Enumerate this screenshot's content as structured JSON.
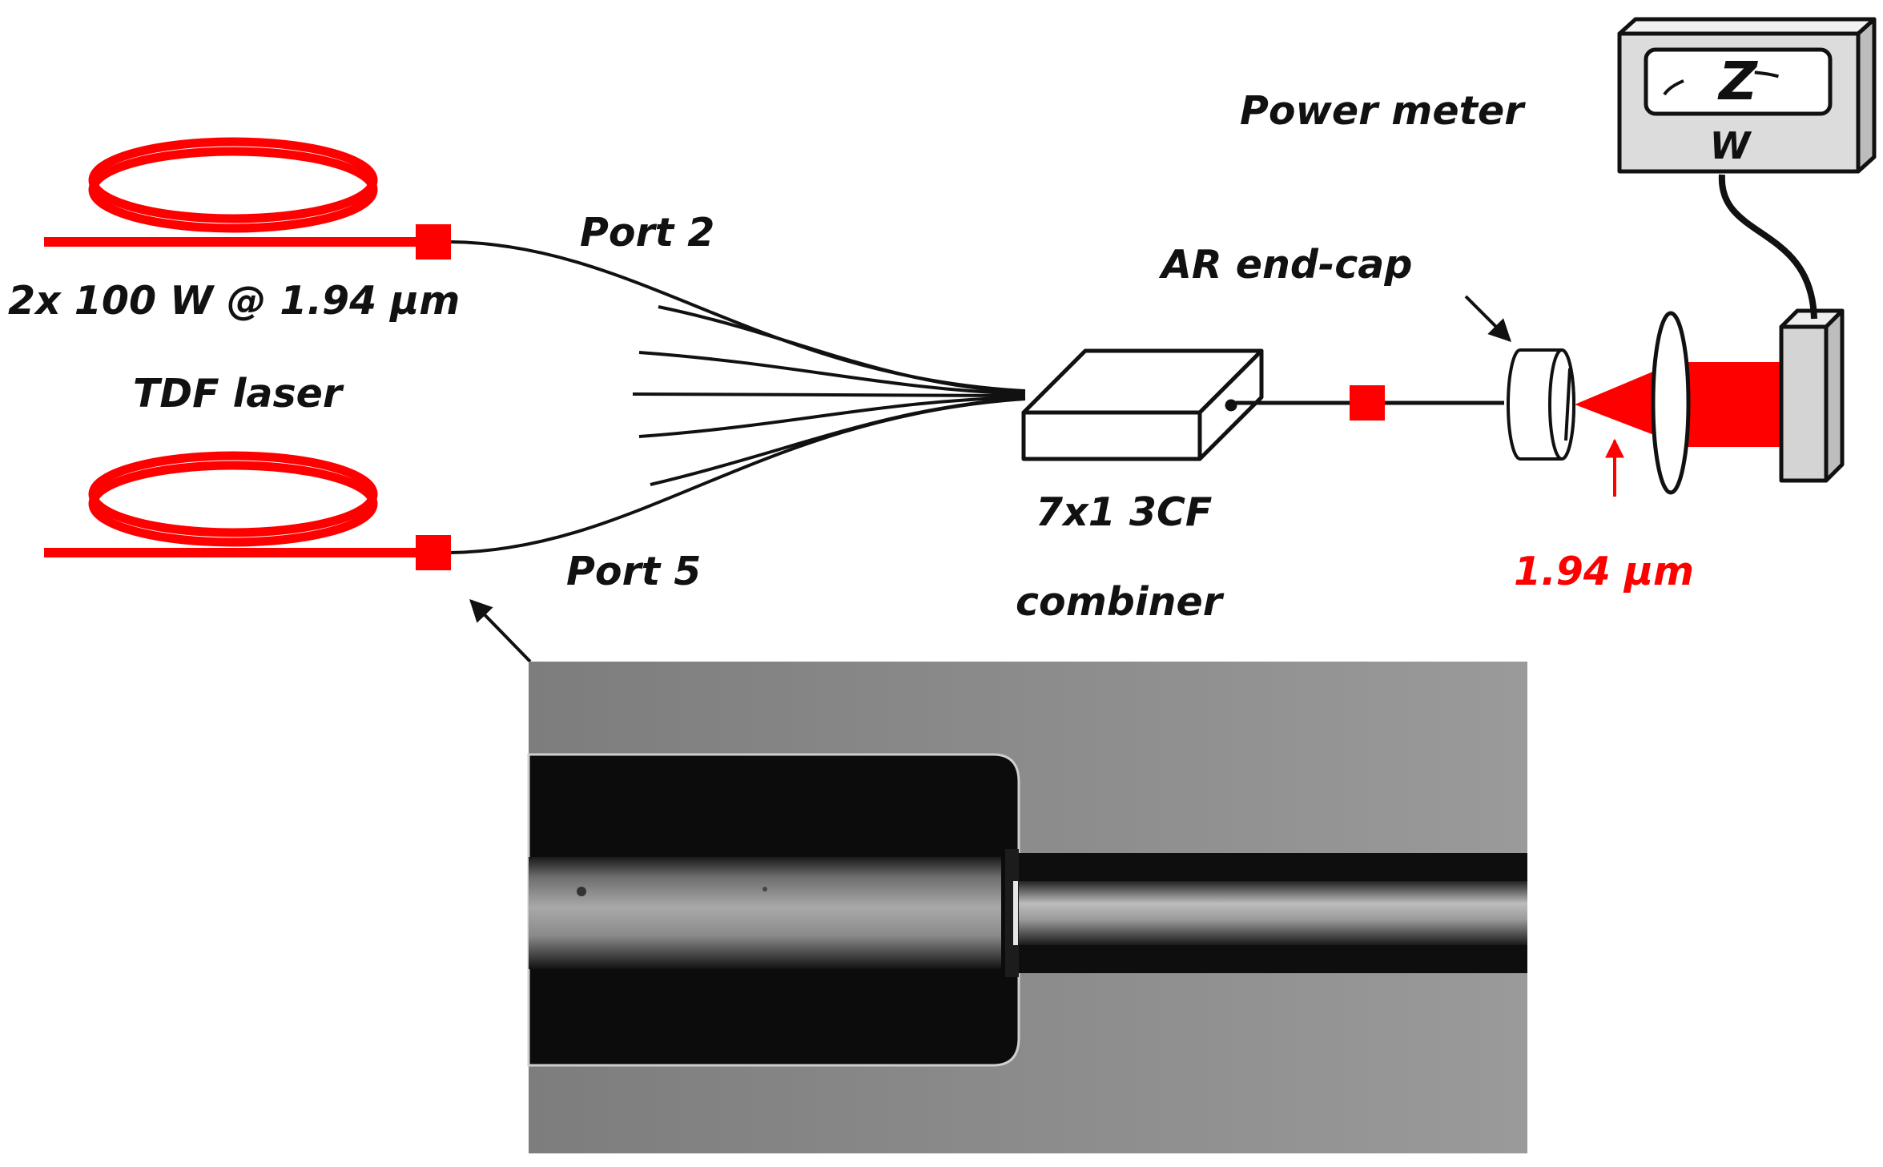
{
  "labels": {
    "power_meter": "Power meter",
    "meter_unit": "W",
    "meter_reading": "Z",
    "port2": "Port 2",
    "port5": "Port 5",
    "laser_spec": "2x 100 W @ 1.94 μm",
    "tdf_laser": "TDF laser",
    "ar_end_cap": "AR end-cap",
    "combiner_line1": "7x1 3CF",
    "combiner_line2": "combiner",
    "output_wavelength": "1.94 μm"
  },
  "colors": {
    "laser_red": "#ff0000",
    "fiber": "#111111",
    "meter_body": "#dcdcdc",
    "detector_face": "#d4d4d4"
  },
  "inset": {
    "description_icon": "fiber-micrograph",
    "background_gray": "#8f8f8f"
  }
}
